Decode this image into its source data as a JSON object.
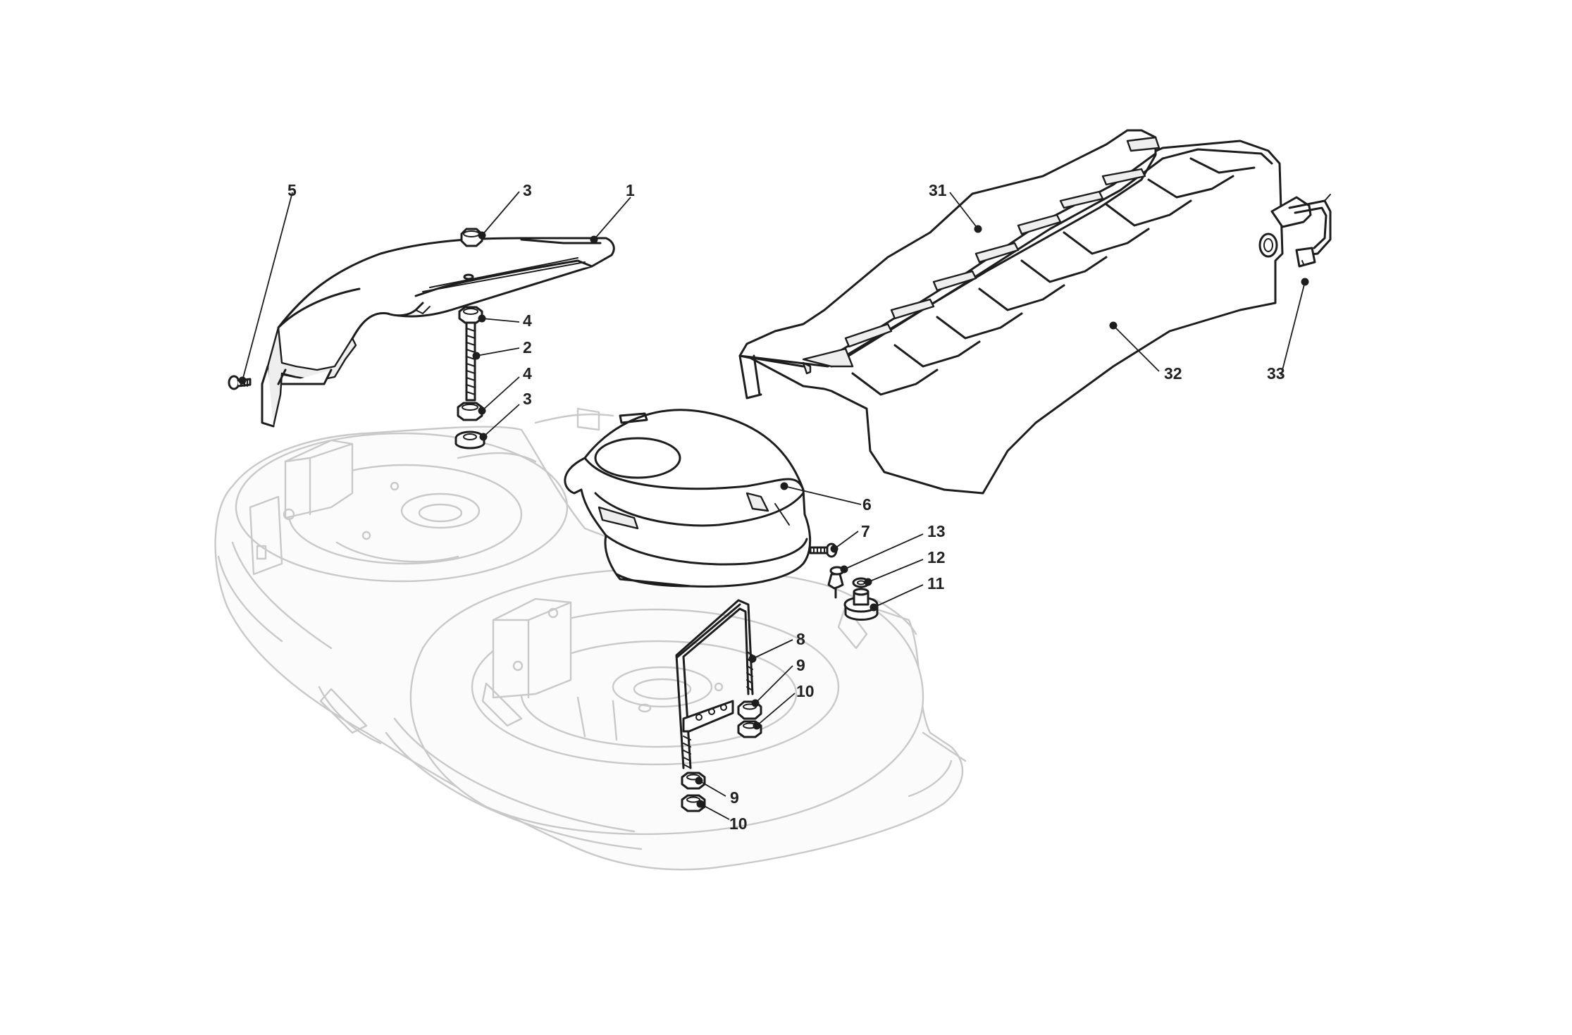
{
  "callouts": [
    {
      "id": "c1",
      "label": "1"
    },
    {
      "id": "c2",
      "label": "2"
    },
    {
      "id": "c3a",
      "label": "3"
    },
    {
      "id": "c3b",
      "label": "3"
    },
    {
      "id": "c4a",
      "label": "4"
    },
    {
      "id": "c4b",
      "label": "4"
    },
    {
      "id": "c5",
      "label": "5"
    },
    {
      "id": "c6",
      "label": "6"
    },
    {
      "id": "c7",
      "label": "7"
    },
    {
      "id": "c8",
      "label": "8"
    },
    {
      "id": "c9a",
      "label": "9"
    },
    {
      "id": "c9b",
      "label": "9"
    },
    {
      "id": "c10a",
      "label": "10"
    },
    {
      "id": "c10b",
      "label": "10"
    },
    {
      "id": "c11",
      "label": "11"
    },
    {
      "id": "c12",
      "label": "12"
    },
    {
      "id": "c13",
      "label": "13"
    },
    {
      "id": "c31",
      "label": "31"
    },
    {
      "id": "c32",
      "label": "32"
    },
    {
      "id": "c33",
      "label": "33"
    }
  ]
}
